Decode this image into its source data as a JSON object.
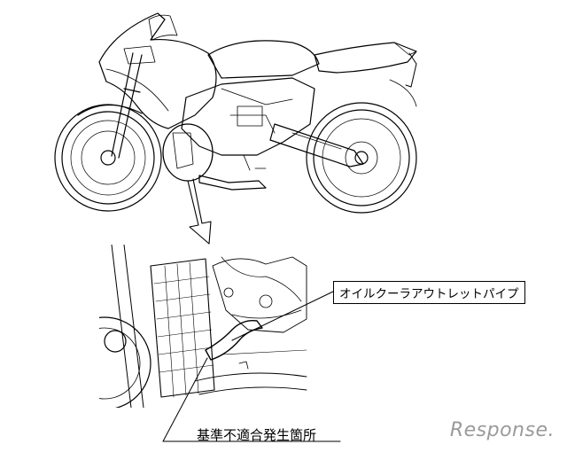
{
  "callouts": {
    "part_label": "オイルクーラアウトレットパイプ",
    "defect_label": "基準不適合発生箇所"
  },
  "watermark": {
    "text": "Response."
  },
  "colors": {
    "line": "#000000",
    "watermark": "#9a9a9a",
    "background": "#ffffff"
  }
}
